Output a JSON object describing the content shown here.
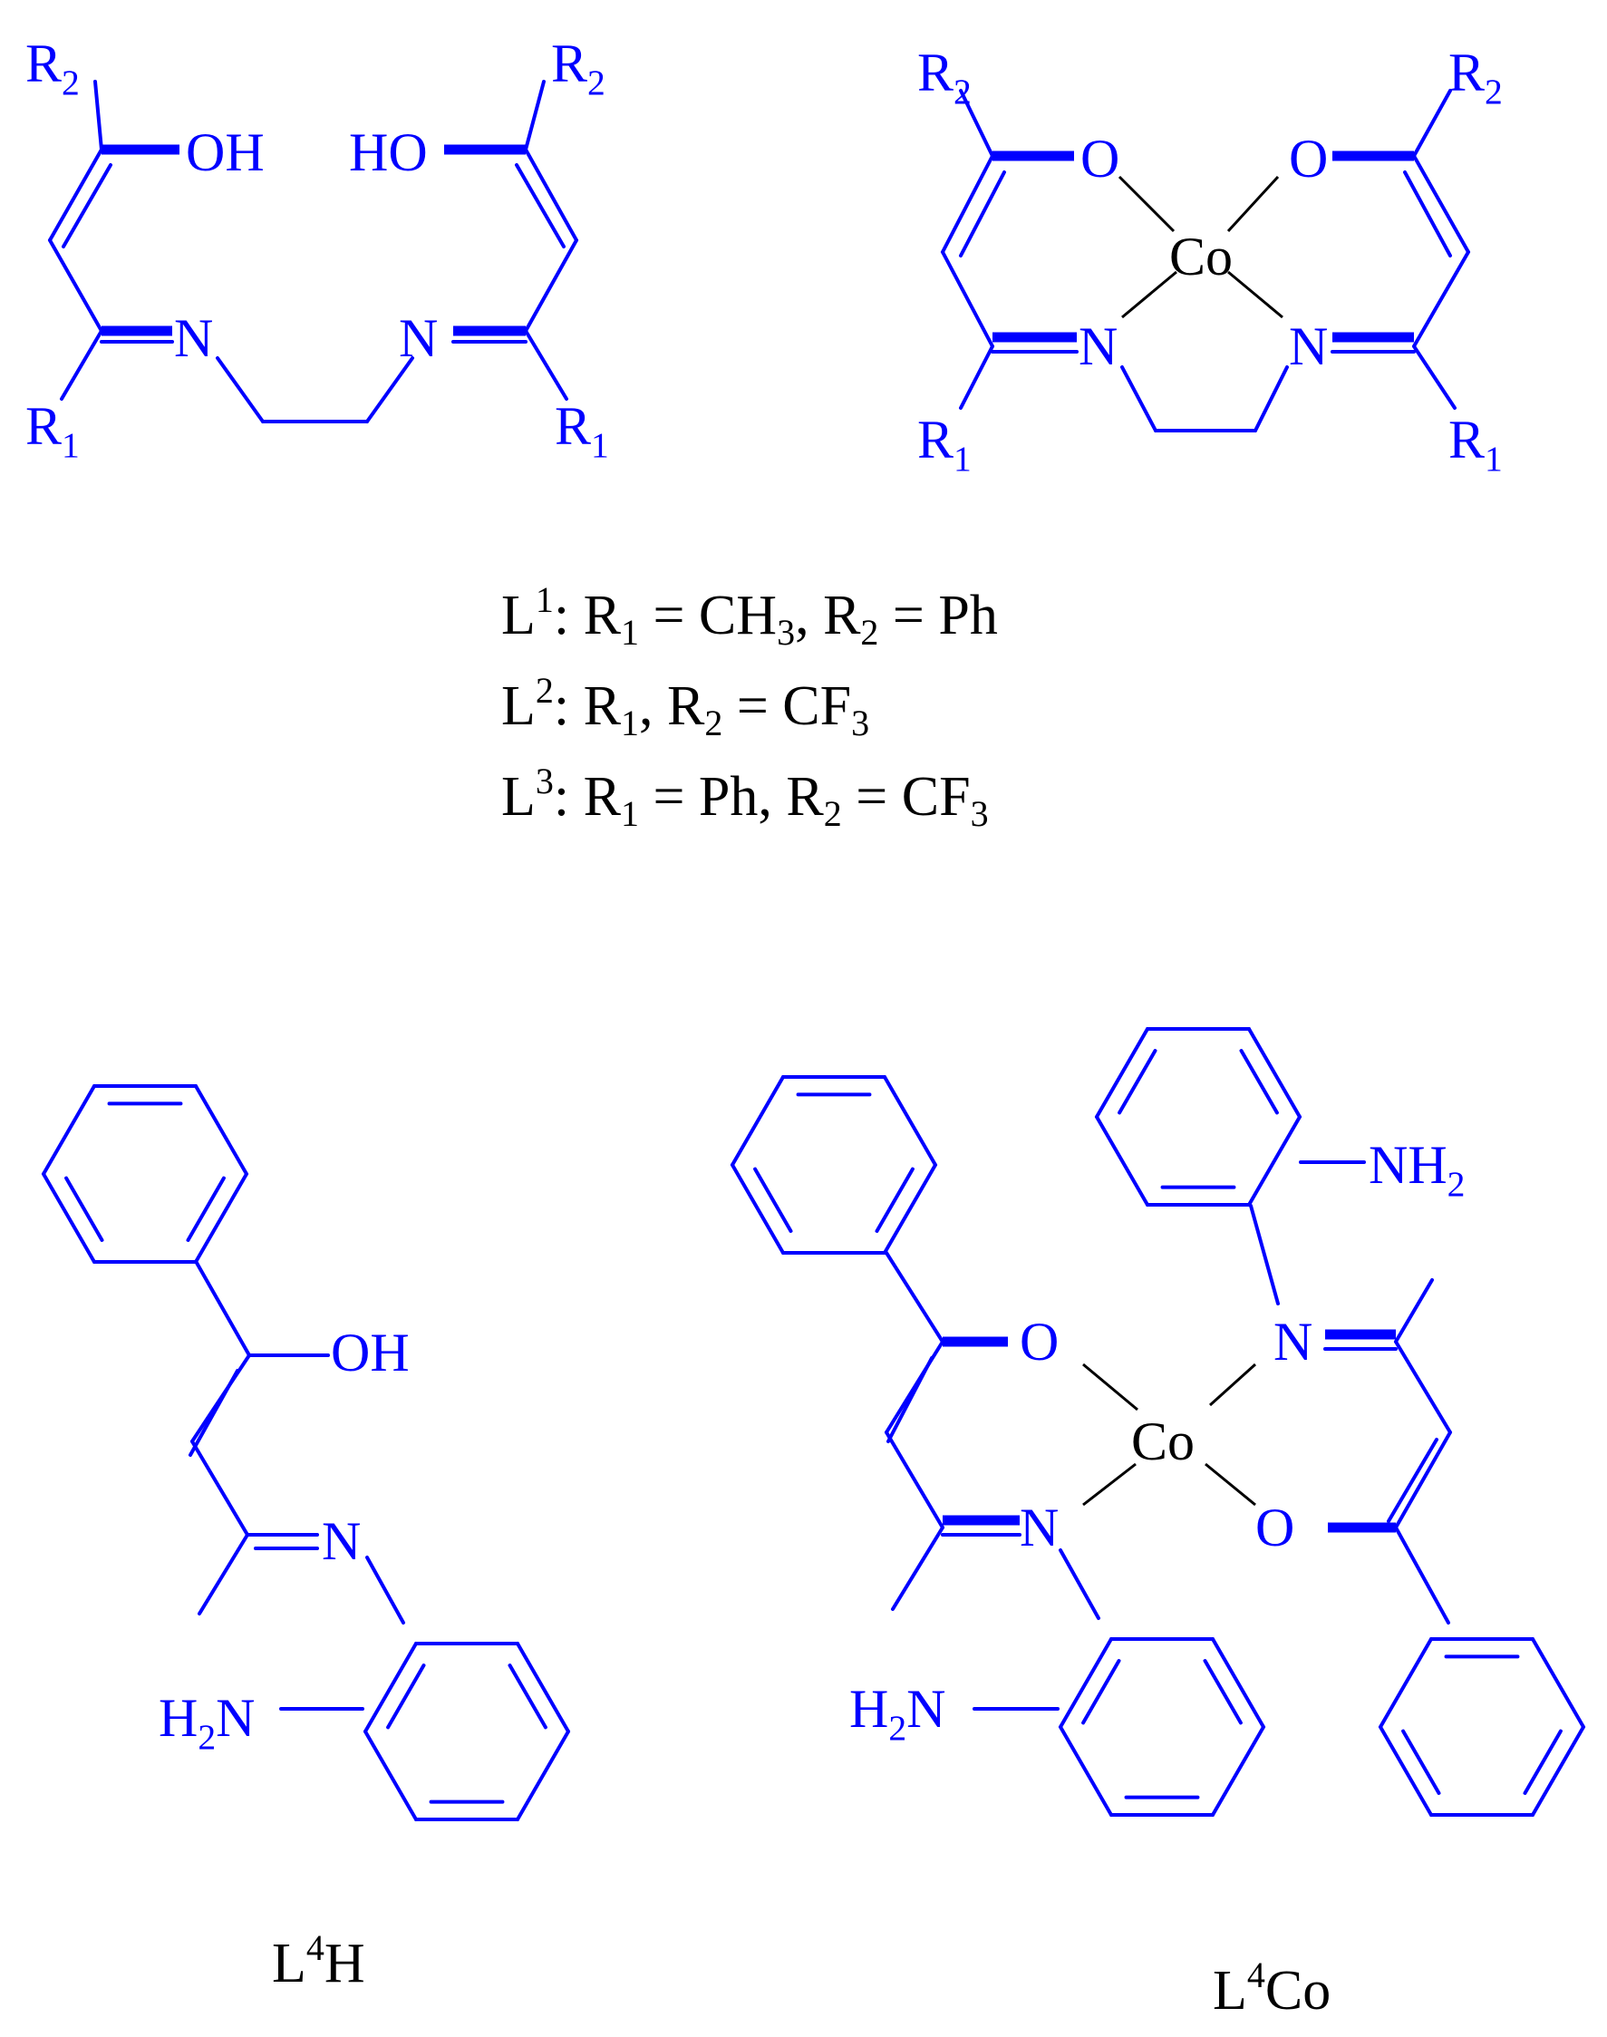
{
  "colors": {
    "ligand": "#0000ff",
    "metal": "#000000"
  },
  "structures": {
    "ligand_free": {
      "R2_left": {
        "base": "R",
        "sub": "2"
      },
      "R2_right": {
        "base": "R",
        "sub": "2"
      },
      "R1_left": {
        "base": "R",
        "sub": "1"
      },
      "R1_right": {
        "base": "R",
        "sub": "1"
      },
      "OH": "OH",
      "HO": "HO",
      "N": "N"
    },
    "cobalt_complex": {
      "R2": {
        "base": "R",
        "sub": "2"
      },
      "R1": {
        "base": "R",
        "sub": "1"
      },
      "O": "O",
      "N": "N",
      "metal": "Co"
    },
    "L4H": {
      "OH": "OH",
      "N": "N",
      "amine": {
        "base": "H",
        "sub": "2",
        "tail": "N"
      }
    },
    "L4Co": {
      "O": "O",
      "N": "N",
      "metal": "Co",
      "amine_left": {
        "base": "H",
        "sub": "2",
        "tail": "N"
      },
      "amine_right": {
        "base": "NH",
        "sub": "2"
      }
    }
  },
  "definitions": [
    {
      "label": "L",
      "sup": "1",
      "text_parts": [
        ": R",
        "1",
        " = CH",
        "3",
        ", R",
        "2",
        " = Ph"
      ]
    },
    {
      "label": "L",
      "sup": "2",
      "text_parts": [
        ": R",
        "1",
        ", R",
        "2",
        " = CF",
        "3",
        "",
        "",
        ""
      ]
    },
    {
      "label": "L",
      "sup": "3",
      "text_parts": [
        ": R",
        "1",
        " = Ph, R",
        "2",
        " = CF",
        "3",
        "",
        "",
        ""
      ]
    }
  ],
  "captions": {
    "left": {
      "base": "L",
      "sup": "4",
      "tail": "H"
    },
    "right": {
      "base": "L",
      "sup": "4",
      "tail": "Co"
    }
  }
}
